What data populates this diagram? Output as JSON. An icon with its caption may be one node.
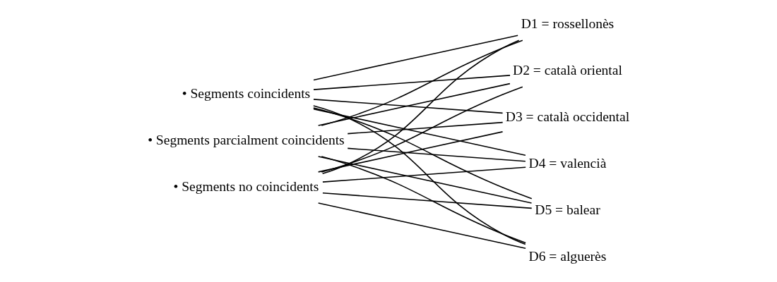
{
  "diagram": {
    "nodes": [
      {
        "text": [
          "• Segments coincidents"
        ]
      },
      {
        "text": [
          "• Segments parcialment coincidents"
        ]
      },
      {
        "text": [
          "• Segments no coincidents"
        ]
      },
      {
        "text": [
          "D1 = rossellonès"
        ]
      },
      {
        "text": [
          "D2 = català oriental"
        ]
      },
      {
        "text": [
          "D3 = català occidental"
        ]
      },
      {
        "text": [
          "D4 = valencià"
        ]
      },
      {
        "text": [
          "D5 = balear"
        ]
      },
      {
        "text": [
          "D6 = alguerès"
        ]
      }
    ],
    "edges": [
      {
        "from": 0,
        "to": 3,
        "arrow": "none"
      },
      {
        "from": 0,
        "to": 4,
        "arrow": "none"
      },
      {
        "from": 0,
        "to": 5,
        "arrow": "none"
      },
      {
        "from": 0,
        "to": 6,
        "arrow": "none"
      },
      {
        "from": 0,
        "to": 7,
        "arrow": "none"
      },
      {
        "from": 0,
        "to": 8,
        "arrow": "none"
      },
      {
        "from": 1,
        "to": 3,
        "arrow": "none"
      },
      {
        "from": 1,
        "to": 4,
        "arrow": "none"
      },
      {
        "from": 1,
        "to": 5,
        "arrow": "none"
      },
      {
        "from": 1,
        "to": 6,
        "arrow": "none"
      },
      {
        "from": 1,
        "to": 7,
        "arrow": "none"
      },
      {
        "from": 1,
        "to": 8,
        "arrow": "none"
      },
      {
        "from": 2,
        "to": 3,
        "arrow": "none"
      },
      {
        "from": 2,
        "to": 4,
        "arrow": "none"
      },
      {
        "from": 2,
        "to": 5,
        "arrow": "none"
      },
      {
        "from": 2,
        "to": 6,
        "arrow": "none"
      },
      {
        "from": 2,
        "to": 7,
        "arrow": "none"
      },
      {
        "from": 2,
        "to": 8,
        "arrow": "none"
      }
    ]
  }
}
